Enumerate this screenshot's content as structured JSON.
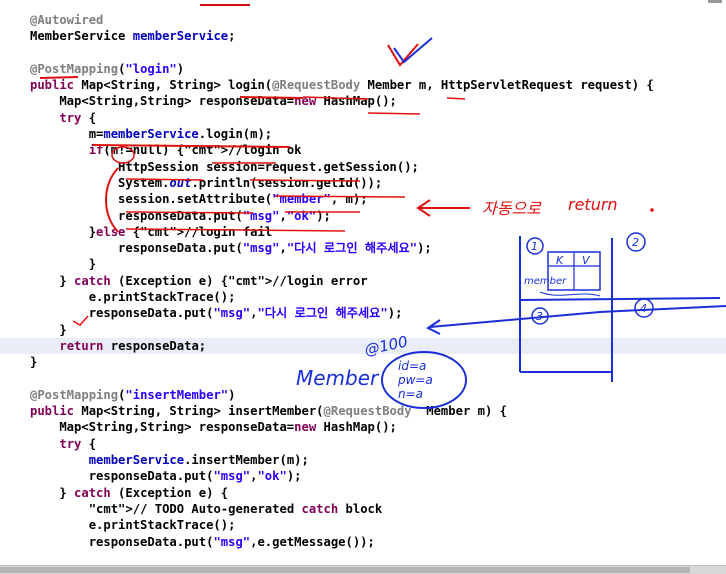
{
  "code": {
    "lines": [
      {
        "t": "@Autowired"
      },
      {
        "t": "MemberService memberService;"
      },
      {
        "t": ""
      },
      {
        "t": "@PostMapping(\"login\")"
      },
      {
        "t": "public Map<String, String> login(@RequestBody Member m, HttpServletRequest request) {"
      },
      {
        "t": "    Map<String,String> responseData=new HashMap();"
      },
      {
        "t": "    try {"
      },
      {
        "t": "        m=memberService.login(m);"
      },
      {
        "t": "        if(m!=null) {//login ok"
      },
      {
        "t": "            HttpSession session=request.getSession();"
      },
      {
        "t": "            System.out.println(session.getId());"
      },
      {
        "t": "            session.setAttribute(\"member\", m);"
      },
      {
        "t": "            responseData.put(\"msg\",\"ok\");"
      },
      {
        "t": "        }else {//login fail"
      },
      {
        "t": "            responseData.put(\"msg\",\"다시 로그인 해주세요\");"
      },
      {
        "t": "        }"
      },
      {
        "t": "    } catch (Exception e) {//login error"
      },
      {
        "t": "        e.printStackTrace();"
      },
      {
        "t": "        responseData.put(\"msg\",\"다시 로그인 해주세요\");"
      },
      {
        "t": "    }"
      },
      {
        "t": "    return responseData;"
      },
      {
        "t": "}"
      },
      {
        "t": ""
      },
      {
        "t": "@PostMapping(\"insertMember\")"
      },
      {
        "t": "public Map<String, String> insertMember(@RequestBody  Member m) {"
      },
      {
        "t": "    Map<String,String> responseData=new HashMap();"
      },
      {
        "t": "    try {"
      },
      {
        "t": "        memberService.insertMember(m);"
      },
      {
        "t": "        responseData.put(\"msg\",\"ok\");"
      },
      {
        "t": "    } catch (Exception e) {"
      },
      {
        "t": "        // TODO Auto-generated catch block"
      },
      {
        "t": "        e.printStackTrace();"
      },
      {
        "t": "        responseData.put(\"msg\",e.getMessage());"
      }
    ],
    "highlighted_line": 20
  },
  "annotations": {
    "korean_note": "자동으로",
    "return_note": "return",
    "address_note": "@100",
    "member_label": "Member",
    "member_fields": [
      "id=a",
      "pw=a",
      "n=a"
    ],
    "grid_cells": [
      "1",
      "2",
      "3",
      "4"
    ],
    "grid_kv": [
      "K",
      "V"
    ],
    "grid_member": "member"
  },
  "colors": {
    "annotation": "#7f7f7f",
    "keyword": "#7f0055",
    "string": "#2a00ff",
    "field": "#0000c0",
    "comment": "#3f7f5f",
    "ink_red": "#e01010",
    "ink_blue": "#1a2fd8",
    "highlight_row": "#e8edf7"
  }
}
